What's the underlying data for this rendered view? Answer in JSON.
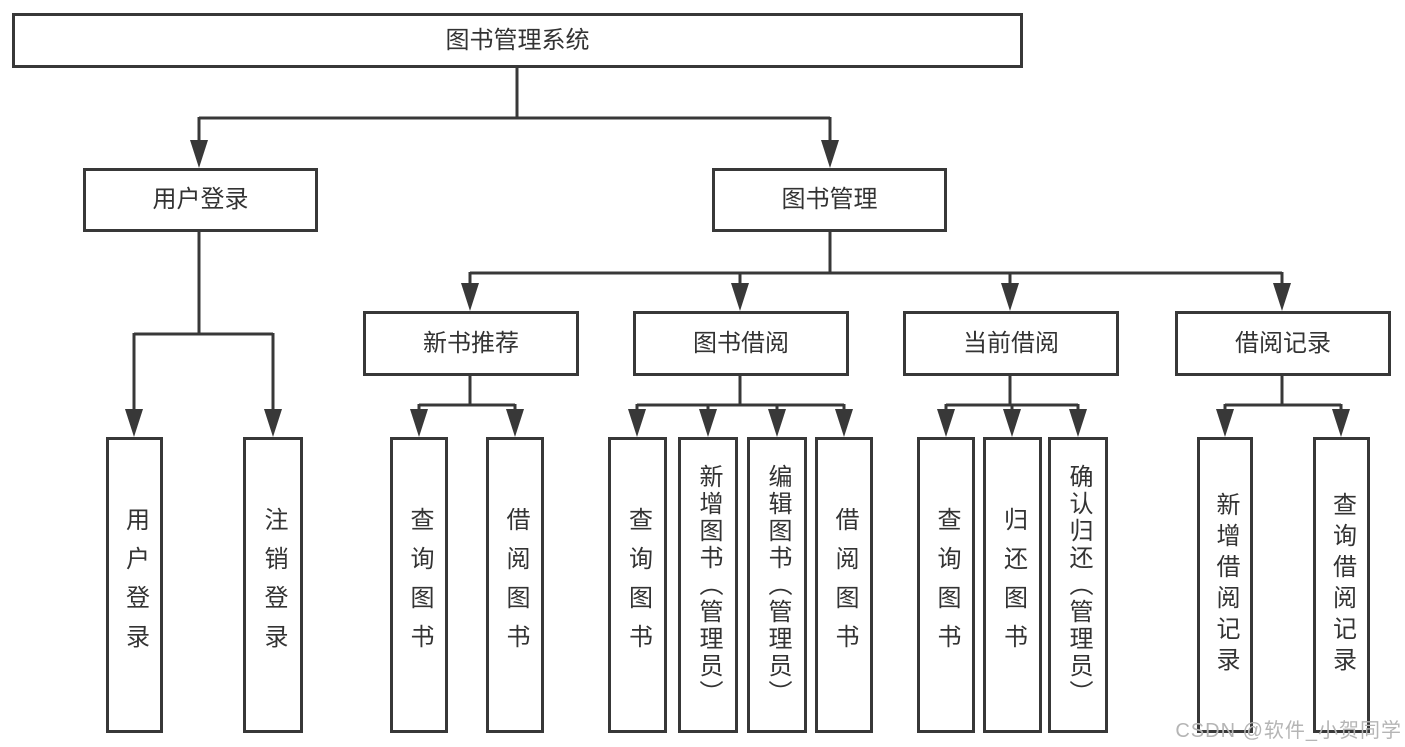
{
  "diagram": {
    "root": {
      "label": "图书管理系统"
    },
    "level2": [
      {
        "label": "用户登录"
      },
      {
        "label": "图书管理"
      }
    ],
    "level3": [
      {
        "label": "新书推荐"
      },
      {
        "label": "图书借阅"
      },
      {
        "label": "当前借阅"
      },
      {
        "label": "借阅记录"
      }
    ],
    "leaves": [
      {
        "label": "用户登录"
      },
      {
        "label": "注销登录"
      },
      {
        "label": "查询图书"
      },
      {
        "label": "借阅图书"
      },
      {
        "label": "查询图书"
      },
      {
        "label": "新增图书（管理员）"
      },
      {
        "label": "编辑图书（管理员）"
      },
      {
        "label": "借阅图书"
      },
      {
        "label": "查询图书"
      },
      {
        "label": "归还图书"
      },
      {
        "label": "确认归还（管理员）"
      },
      {
        "label": "新增借阅记录"
      },
      {
        "label": "查询借阅记录"
      }
    ]
  },
  "watermark": {
    "text": "CSDN @软件_小贺同学"
  },
  "colors": {
    "line": "#383838",
    "text": "#333333",
    "background": "#ffffff",
    "watermark": "#b5b5b5"
  }
}
